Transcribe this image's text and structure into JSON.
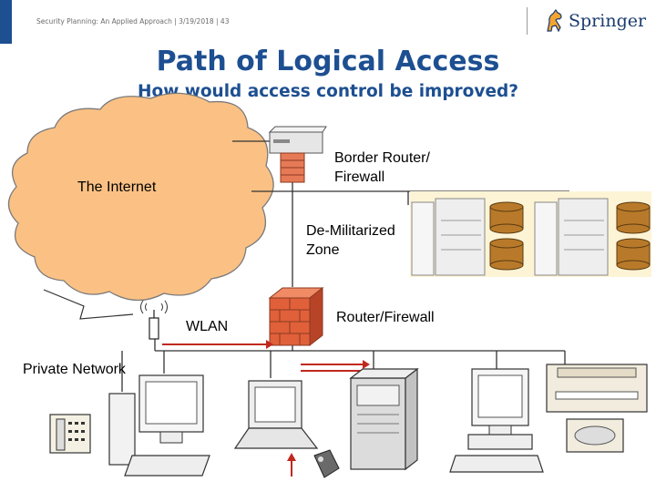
{
  "header": {
    "slide_info": "Security Planning: An Applied Approach | 3/19/2018 | 43",
    "logo_text": "Springer"
  },
  "slide": {
    "title": "Path of Logical Access",
    "subtitle": "How would access control be improved?"
  },
  "labels": {
    "internet": "The Internet",
    "border_router_line1": "Border Router/",
    "border_router_line2": "Firewall",
    "dmz_line1": "De-Militarized",
    "dmz_line2": "Zone",
    "wlan": "WLAN",
    "router_firewall": "Router/Firewall",
    "private_network": "Private Network"
  },
  "colors": {
    "accent": "#1d4f91",
    "cloud_fill": "#fbc184",
    "dmz_fill": "#fdf4d6",
    "firewall": "#e0603a",
    "arrow": "#c0281e",
    "database": "#b87a2a"
  }
}
